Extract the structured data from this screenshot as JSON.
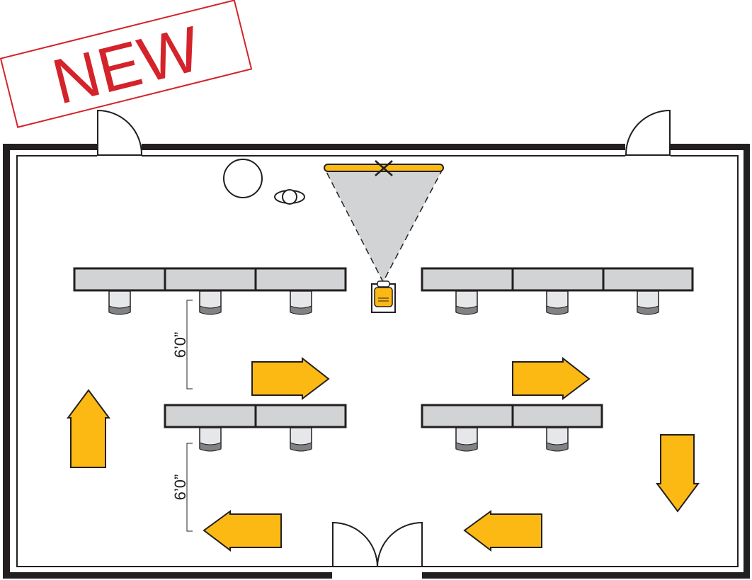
{
  "badge": {
    "text": "NEW",
    "color": "#d4232a"
  },
  "dimensions": {
    "front_spacing": "6’0”",
    "back_spacing": "6’0”"
  },
  "colors": {
    "accent": "#fdb913",
    "table": "#d1d3d4",
    "wall": "#231f20",
    "projection_cone": "#d1d3d4"
  },
  "icons": {
    "doors": "door-swing-icon",
    "projector": "projector-icon",
    "screen": "projection-screen-icon",
    "podium": "lectern-icon",
    "round_table": "round-table-icon",
    "speaker": "speakerphone-icon",
    "chair": "chair-icon",
    "flow": "traffic-flow-arrow-icon"
  }
}
